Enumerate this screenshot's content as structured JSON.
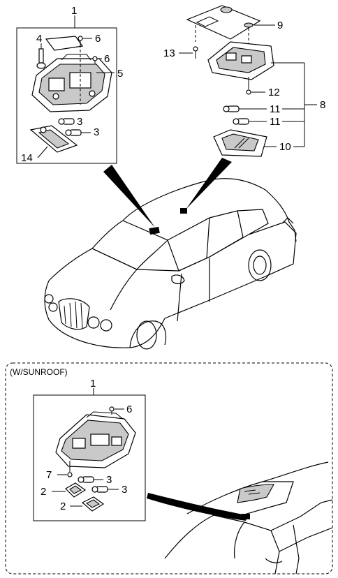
{
  "diagram": {
    "upper_callouts": {
      "c1": "1",
      "c4": "4",
      "c6a": "6",
      "c6b": "6",
      "c5": "5",
      "c3a": "3",
      "c3b": "3",
      "c14": "14",
      "c9": "9",
      "c13": "13",
      "c12": "12",
      "c8": "8",
      "c11a": "11",
      "c11b": "11",
      "c10": "10"
    },
    "sunroof_section": {
      "label": "(W/SUNROOF)",
      "callouts": {
        "c1": "1",
        "c6": "6",
        "c7": "7",
        "c2a": "2",
        "c2b": "2",
        "c3a": "3",
        "c3b": "3"
      }
    }
  }
}
